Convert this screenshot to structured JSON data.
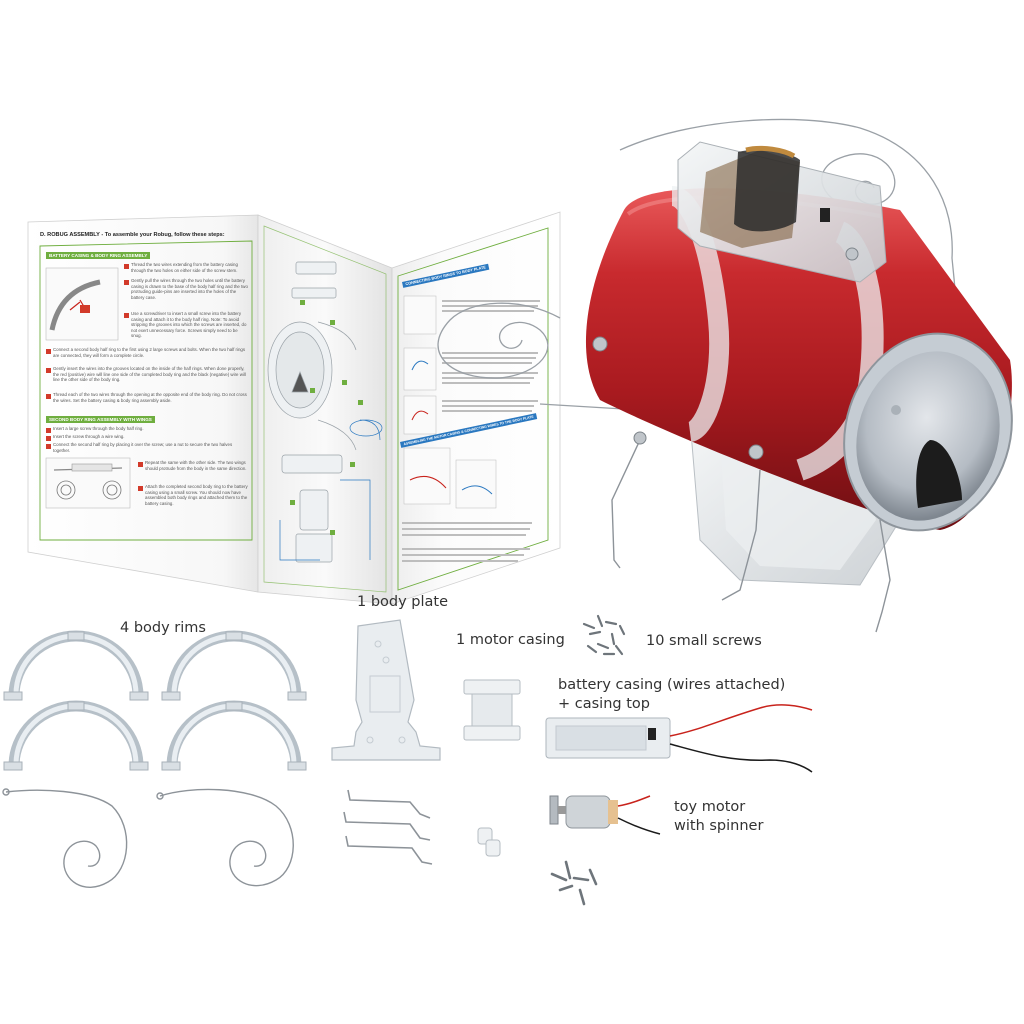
{
  "labels": {
    "body_rims": "4 body rims",
    "body_plate": "1 body plate",
    "motor_casing": "1 motor casing",
    "small_screws": "10 small screws",
    "battery_line1": "battery casing (wires attached)",
    "battery_line2": "+ casing top",
    "motor_line1": "toy motor",
    "motor_line2": "with spinner"
  },
  "booklet": {
    "heading": "D. ROBUG ASSEMBLY - To assemble your Robug, follow these steps:",
    "section1": "BATTERY CASING & BODY RING ASSEMBLY",
    "section2": "SECOND BODY RING ASSEMBLY WITH WINGS",
    "section3": "CONNECTING BODY RINGS TO BODY PLATE",
    "section4": "ASSEMBLING THE MOTOR CASING & CONNECTING WIRES TO THE BODY PLATE",
    "step_texts": [
      "Thread the two wires extending from the battery casing through the two holes on either side of the screw stem.",
      "Gently pull the wires through the two holes until the battery casing is drawn to the base of the body half ring and the two protruding guide-pins are inserted into the holes of the battery case.",
      "Use a screwdriver to insert a small screw into the battery casing and attach it to the body half ring. Note: To avoid stripping the grooves into which the screws are inserted, do not exert unnecessary force. Screws simply need to be snug.",
      "Connect a second body half ring to the first using 2 large screws and bolts. When the two half rings are connected, they will form a complete circle.",
      "Gently insert the wires into the grooves located on the inside of the half rings. When done properly, the red (positive) wire will line one side of the completed body ring and the black (negative) wire will line the other side of the body ring.",
      "Thread each of the two wires through the opening at the opposite end of the body ring. Do not cross the wires. Set the battery casing & body ring assembly aside."
    ],
    "step2_texts": [
      "Insert a large screw through the body half ring.",
      "Insert the screw through a wire wing.",
      "Connect the second half ring by placing it over the screw; use a nut to secure the two halves together."
    ],
    "step3_texts": [
      "Repeat the same with the other side. The two wings should protrude from the body in the same direction.",
      "Attach the completed second body ring to the battery casing using a small screw. You should now have assembled both body rings and attached them to the battery casing."
    ]
  },
  "colors": {
    "can_red": "#c0262a",
    "booklet_green": "#6fae3f",
    "booklet_blue": "#2a78c0",
    "wire_red": "#c8231c"
  }
}
